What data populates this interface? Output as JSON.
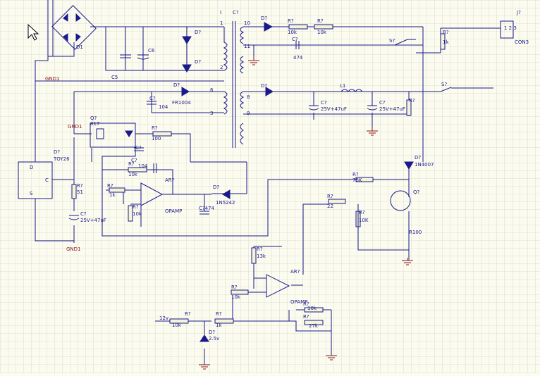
{
  "labels": {
    "D1": "D1",
    "C5": "C5",
    "C6": "C6",
    "D_top1": "D?",
    "D_top2": "D?",
    "D_fr": "D?",
    "fr_part": "FR1004",
    "C_104a": "C?",
    "c104a_val": "104",
    "T_hdr1": "I",
    "T_hdr2": "C?",
    "pin1": "1",
    "pin2": "2",
    "pin6": "6",
    "pin3": "3",
    "pin10": "10",
    "pin11": "11",
    "pin8": "8",
    "pin9": "9",
    "D_out1": "D?",
    "R_10k1": "R?",
    "R_10k1_val": "10k",
    "R_10k2": "R?",
    "R_10k2_val": "10k",
    "C_474": "C?",
    "C_474_val": "474",
    "S1": "S?",
    "J1": "J?",
    "J1_pins": "1\n2\n3",
    "J1_part": "CON3",
    "R_1k": "R?",
    "R_1k_val": "1k",
    "D_out2": "D?",
    "L1": "L1",
    "C_e1": "C?",
    "C_e1_val": "25V+47uF",
    "C_e2": "C?",
    "C_e2_val": "25V+47uF",
    "S2": "S?",
    "R_out": "R?",
    "Q_opt": "Q?",
    "Q_opt_part": "817",
    "R_100": "R?",
    "R_100_val": "100",
    "C_q": "C?",
    "R_10k3": "R?",
    "R_10k3_val": "10k",
    "C_104b": "C?",
    "C_104b_val": "104",
    "AR1": "AR?",
    "R_1k2": "R?",
    "R_1k2_val": "1k",
    "R_10k4": "R?",
    "R_10k4_val": "10k",
    "opamp1": "OPAMP",
    "C_474b": "C?474",
    "D_z1": "D?",
    "D_z1_part": "1N5242",
    "D_top": "D?",
    "D_top_part": "TOY26",
    "D_pin": "D",
    "C_pin": "C",
    "S_pin": "S",
    "R_51": "R?",
    "R_51_val": "51",
    "C_e3": "C?",
    "C_e3_val": "25V+47uF",
    "GND1": "GND1",
    "GND2": "GND1",
    "GND3": "GND1",
    "D_4007": "D?",
    "D_4007_part": "1N4007",
    "R_78k": "R?",
    "R_78k_val": "78K",
    "Q1": "Q?",
    "R_22": "R?",
    "R_22_val": "22",
    "R_10K": "R?",
    "R_10K_val": "10K",
    "R_R100": "R100",
    "R_13": "R?",
    "R_13_val": "13k",
    "AR2": "AR?",
    "R_10k5": "R?",
    "R_10k5_val": "10k",
    "opamp2": "OPAMP",
    "V12": "12v",
    "R_10k6": "R?",
    "R_10k6_val": "10k",
    "R_1k3": "R?",
    "R_1k3_val": "1k",
    "D_z2": "D?",
    "D_z2_val": "2.5v",
    "R_10k7": "R?",
    "R_10k7_val": "10k",
    "R_27k": "R?",
    "R_27k_val": "27k"
  }
}
